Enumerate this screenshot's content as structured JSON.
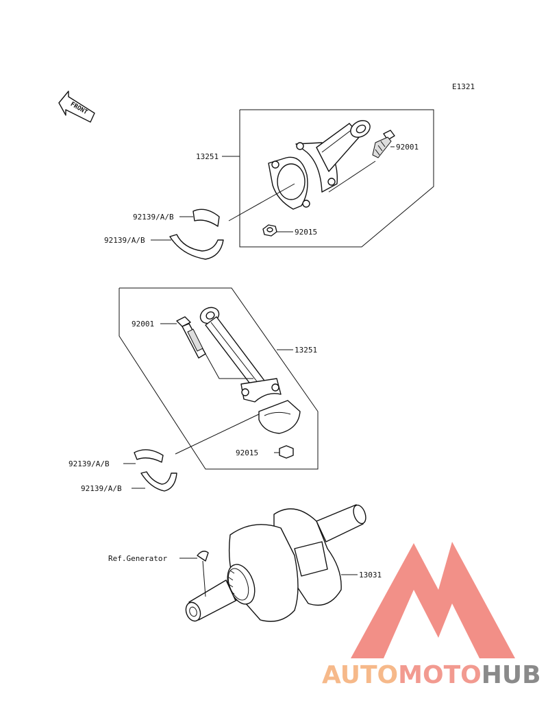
{
  "diagram_code": "E1321",
  "front_arrow_label": "FRONT",
  "labels": {
    "top_rod": "13251",
    "top_bolt": "92001",
    "top_nut": "92015",
    "top_bearing_upper": "92139/A/B",
    "top_bearing_lower": "92139/A/B",
    "mid_bolt": "92001",
    "mid_rod": "13251",
    "mid_nut": "92015",
    "mid_bearing_upper": "92139/A/B",
    "mid_bearing_lower": "92139/A/B",
    "ref_generator": "Ref.Generator",
    "crankshaft": "13031"
  },
  "watermark": {
    "part1": "AUTO",
    "part2": "MOTO",
    "part3": "HUB",
    "color_light": "#f6b98a",
    "color_mid": "#f29a90",
    "color_dark": "#8a8a8a",
    "logo_color": "#f07c73"
  }
}
